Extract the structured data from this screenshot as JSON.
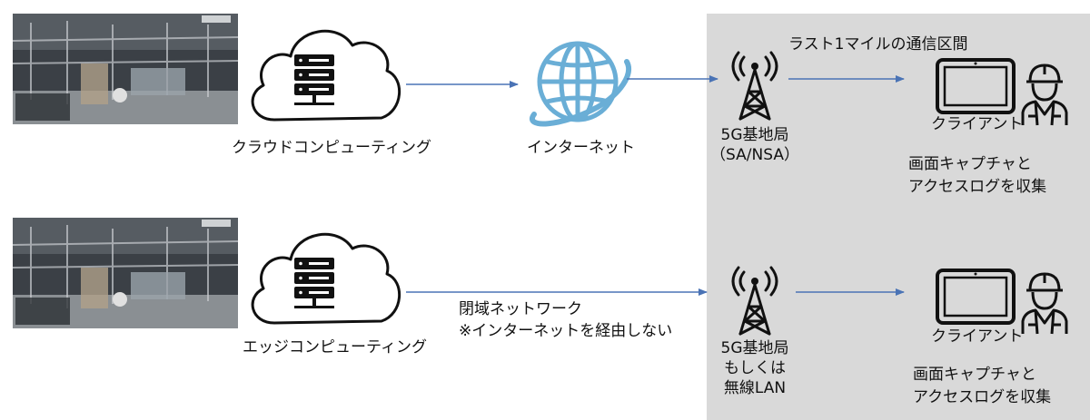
{
  "panel": {
    "title": "ラスト1マイルの通信区間"
  },
  "top_row": {
    "cloud_label": "クラウドコンピューティング",
    "network_label": "インターネット",
    "station_label_lines": [
      "5G基地局",
      "（SA/NSA）"
    ],
    "client_label": "クライアント",
    "capture_label_lines": [
      "画面キャプチャと",
      "アクセスログを収集"
    ]
  },
  "bottom_row": {
    "cloud_label": "エッジコンピューティング",
    "network_label_lines": [
      "閉域ネットワーク",
      "※インターネットを経由しない"
    ],
    "station_label_lines": [
      "5G基地局",
      "もしくは",
      "無線LAN"
    ],
    "client_label": "クライアント",
    "capture_label_lines": [
      "画面キャプチャと",
      "アクセスログを収集"
    ]
  },
  "colors": {
    "arrow": "#4a73b5",
    "globe": "#6aaed6",
    "panel": "#d9d9d9",
    "icon": "#111111"
  },
  "icons": [
    "factory-screenshot",
    "server-cloud-icon",
    "globe-icon",
    "antenna-tower-icon",
    "tablet-icon",
    "worker-icon"
  ]
}
